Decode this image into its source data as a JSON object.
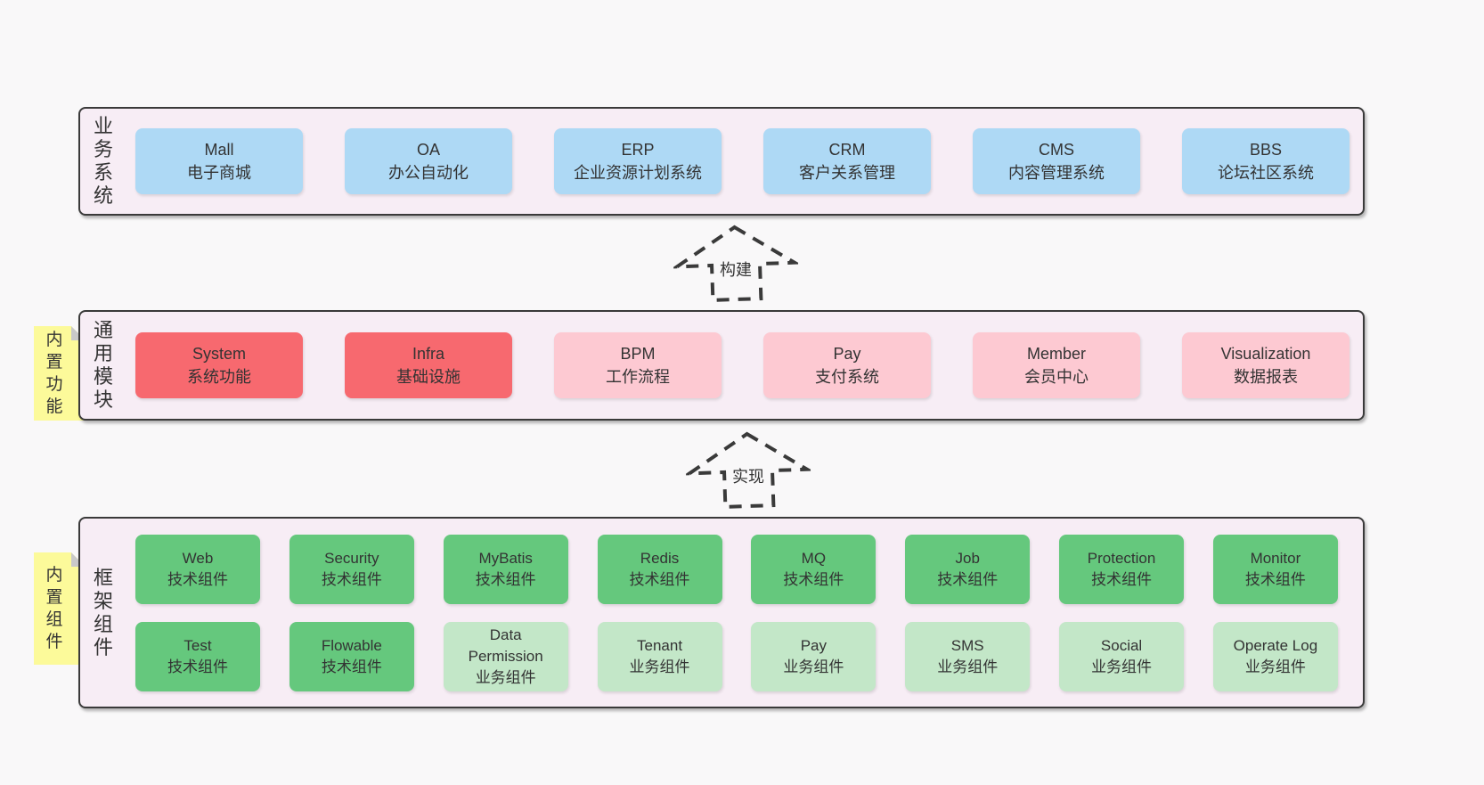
{
  "colors": {
    "page_bg": "#f9f8f9",
    "container_fill": "#f7edf5",
    "container_border": "#3a3a3a",
    "blue": "#aed9f5",
    "red": "#f7696f",
    "pink": "#fdc9d2",
    "green_dark": "#65c87d",
    "green_light": "#c3e7c8",
    "note_yellow": "#fcfa9a",
    "note_fold": "#c9c9c9",
    "text": "#333333"
  },
  "layers": {
    "business": {
      "label": "业务系统",
      "boxes": [
        {
          "title": "Mall",
          "subtitle": "电子商城",
          "variant": "blue"
        },
        {
          "title": "OA",
          "subtitle": "办公自动化",
          "variant": "blue"
        },
        {
          "title": "ERP",
          "subtitle": "企业资源计划系统",
          "variant": "blue"
        },
        {
          "title": "CRM",
          "subtitle": "客户关系管理",
          "variant": "blue"
        },
        {
          "title": "CMS",
          "subtitle": "内容管理系统",
          "variant": "blue"
        },
        {
          "title": "BBS",
          "subtitle": "论坛社区系统",
          "variant": "blue"
        }
      ]
    },
    "modules": {
      "label": "通用模块",
      "note": "内置功能",
      "boxes": [
        {
          "title": "System",
          "subtitle": "系统功能",
          "variant": "red"
        },
        {
          "title": "Infra",
          "subtitle": "基础设施",
          "variant": "red"
        },
        {
          "title": "BPM",
          "subtitle": "工作流程",
          "variant": "pink"
        },
        {
          "title": "Pay",
          "subtitle": "支付系统",
          "variant": "pink"
        },
        {
          "title": "Member",
          "subtitle": "会员中心",
          "variant": "pink"
        },
        {
          "title": "Visualization",
          "subtitle": "数据报表",
          "variant": "pink"
        }
      ]
    },
    "components": {
      "label": "框架组件",
      "note": "内置组件",
      "row1": [
        {
          "title": "Web",
          "subtitle": "技术组件",
          "variant": "green-dark"
        },
        {
          "title": "Security",
          "subtitle": "技术组件",
          "variant": "green-dark"
        },
        {
          "title": "MyBatis",
          "subtitle": "技术组件",
          "variant": "green-dark"
        },
        {
          "title": "Redis",
          "subtitle": "技术组件",
          "variant": "green-dark"
        },
        {
          "title": "MQ",
          "subtitle": "技术组件",
          "variant": "green-dark"
        },
        {
          "title": "Job",
          "subtitle": "技术组件",
          "variant": "green-dark"
        },
        {
          "title": "Protection",
          "subtitle": "技术组件",
          "variant": "green-dark"
        },
        {
          "title": "Monitor",
          "subtitle": "技术组件",
          "variant": "green-dark"
        }
      ],
      "row2": [
        {
          "title": "Test",
          "subtitle": "技术组件",
          "variant": "green-dark"
        },
        {
          "title": "Flowable",
          "subtitle": "技术组件",
          "variant": "green-dark"
        },
        {
          "title": "Data Permission",
          "subtitle": "业务组件",
          "variant": "green-light"
        },
        {
          "title": "Tenant",
          "subtitle": "业务组件",
          "variant": "green-light"
        },
        {
          "title": "Pay",
          "subtitle": "业务组件",
          "variant": "green-light"
        },
        {
          "title": "SMS",
          "subtitle": "业务组件",
          "variant": "green-light"
        },
        {
          "title": "Social",
          "subtitle": "业务组件",
          "variant": "green-light"
        },
        {
          "title": "Operate Log",
          "subtitle": "业务组件",
          "variant": "green-light"
        }
      ]
    }
  },
  "arrows": [
    {
      "label": "构建"
    },
    {
      "label": "实现"
    }
  ]
}
